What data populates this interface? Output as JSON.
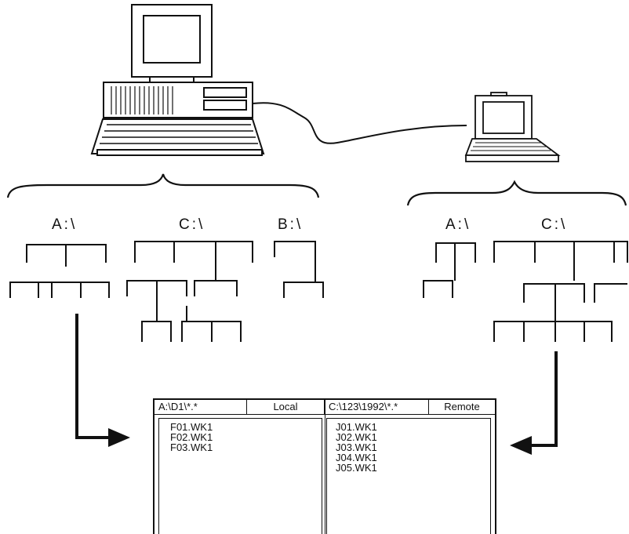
{
  "trees": {
    "local_labels": [
      "A:\\",
      "C:\\",
      "B:\\"
    ],
    "remote_labels": [
      "A:\\",
      "C:\\"
    ]
  },
  "panel": {
    "local_path": "A:\\D1\\*.*",
    "local_label": "Local",
    "remote_path": "C:\\123\\1992\\*.*",
    "remote_label": "Remote",
    "local_files": [
      "F01.WK1",
      "F02.WK1",
      "F03.WK1"
    ],
    "remote_files": [
      "J01.WK1",
      "J02.WK1",
      "J03.WK1",
      "J04.WK1",
      "J05.WK1"
    ]
  }
}
